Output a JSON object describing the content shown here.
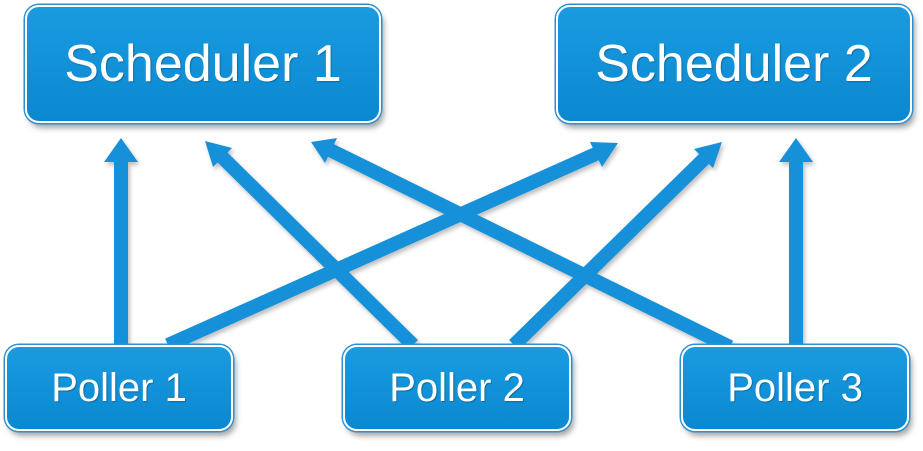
{
  "colors": {
    "box_fill": "#0a88d0",
    "arrow": "#1690d8",
    "text": "#ffffff"
  },
  "schedulers": [
    {
      "label": "Scheduler 1"
    },
    {
      "label": "Scheduler 2"
    }
  ],
  "pollers": [
    {
      "label": "Poller 1"
    },
    {
      "label": "Poller 2"
    },
    {
      "label": "Poller 3"
    }
  ],
  "connections": [
    {
      "from": "Poller 1",
      "to": "Scheduler 1"
    },
    {
      "from": "Poller 1",
      "to": "Scheduler 2"
    },
    {
      "from": "Poller 2",
      "to": "Scheduler 1"
    },
    {
      "from": "Poller 2",
      "to": "Scheduler 2"
    },
    {
      "from": "Poller 3",
      "to": "Scheduler 1"
    },
    {
      "from": "Poller 3",
      "to": "Scheduler 2"
    }
  ]
}
